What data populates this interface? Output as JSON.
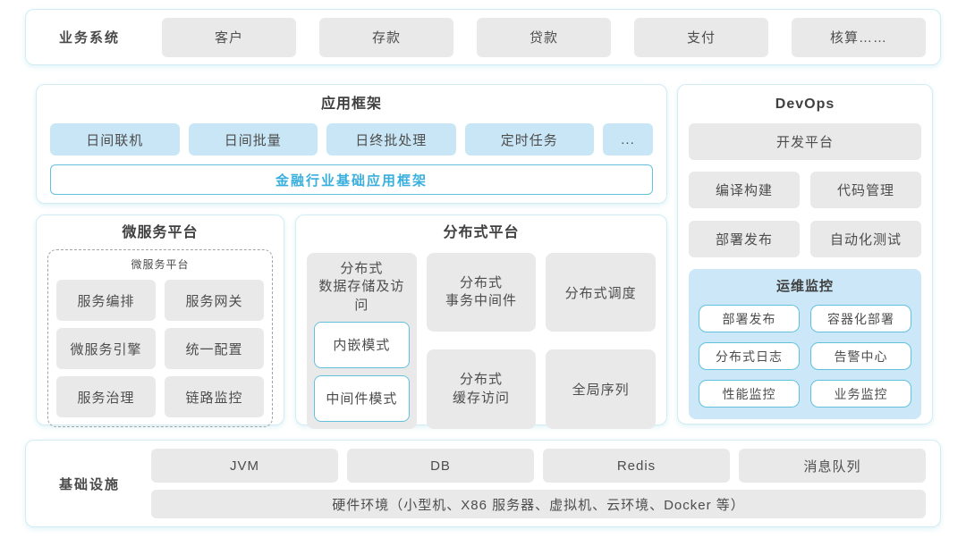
{
  "colors": {
    "panel_border": "#d2ecf4",
    "gray_button_bg": "#e9e9e9",
    "blue_button_bg": "#c9e6f6",
    "monitor_panel_bg": "#cce8f8",
    "cyan_border": "#62c2de",
    "cyan_text": "#39afdd",
    "text": "#4d4d4d"
  },
  "business": {
    "label": "业务系统",
    "items": [
      "客户",
      "存款",
      "贷款",
      "支付",
      "核算……"
    ]
  },
  "app_framework": {
    "title": "应用框架",
    "items": [
      "日间联机",
      "日间批量",
      "日终批处理",
      "定时任务"
    ],
    "more": "...",
    "base": "金融行业基础应用框架"
  },
  "devops": {
    "title": "DevOps",
    "platform": "开发平台",
    "items": [
      "编译构建",
      "代码管理",
      "部署发布",
      "自动化测试"
    ],
    "monitor": {
      "title": "运维监控",
      "items": [
        "部署发布",
        "容器化部署",
        "分布式日志",
        "告警中心",
        "性能监控",
        "业务监控"
      ]
    }
  },
  "microservice": {
    "title": "微服务平台",
    "inner_title": "微服务平台",
    "items": [
      "服务编排",
      "服务网关",
      "微服务引擎",
      "统一配置",
      "服务治理",
      "链路监控"
    ]
  },
  "distributed": {
    "title": "分布式平台",
    "storage": {
      "label": "分布式\n数据存储及访问",
      "modes": [
        "内嵌模式",
        "中间件模式"
      ]
    },
    "middle": [
      "分布式\n事务中间件",
      "分布式\n缓存访问"
    ],
    "right": [
      "分布式调度",
      "全局序列"
    ]
  },
  "infrastructure": {
    "label": "基础设施",
    "items": [
      "JVM",
      "DB",
      "Redis",
      "消息队列"
    ],
    "hardware": "硬件环境（小型机、X86 服务器、虚拟机、云环境、Docker 等）"
  }
}
